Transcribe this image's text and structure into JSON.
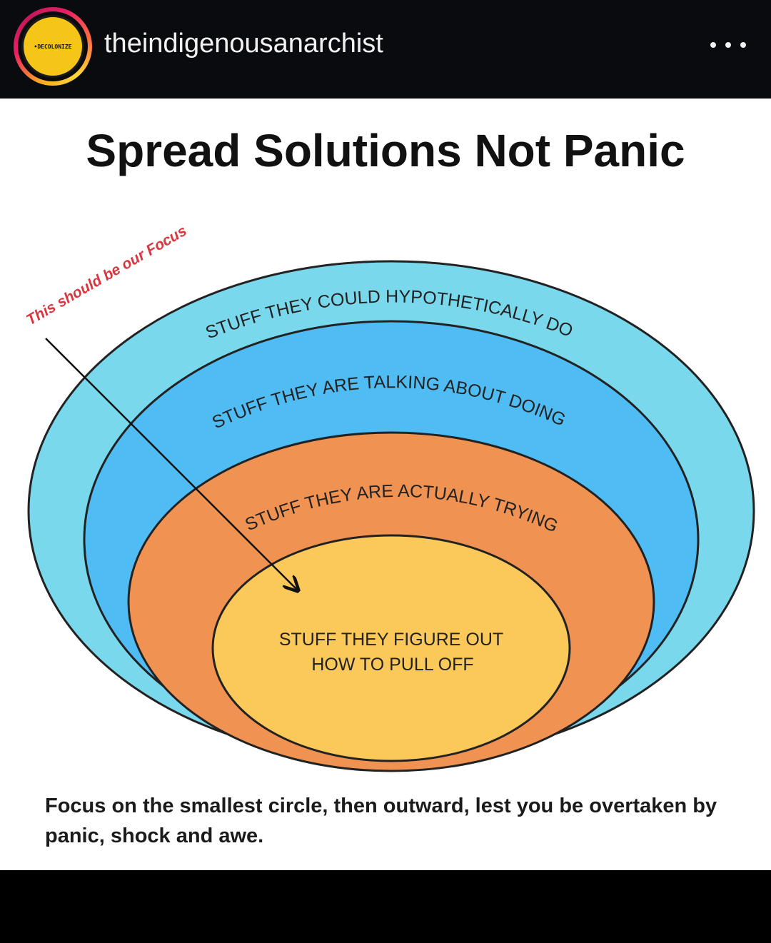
{
  "header": {
    "avatar_text": "•DECOLONIZE",
    "username": "theindigenousanarchist",
    "more_icon": "more-horizontal-icon"
  },
  "post": {
    "title": "Spread Solutions Not Panic",
    "annotation": "This should be our Focus",
    "rings": [
      {
        "label": "STUFF THEY COULD HYPOTHETICALLY DO",
        "color": "#7ad8ec"
      },
      {
        "label": "STUFF THEY ARE TALKING ABOUT DOING",
        "color": "#4fbcf3"
      },
      {
        "label": "STUFF THEY ARE ACTUALLY TRYING",
        "color": "#f09352"
      },
      {
        "label_line1": "STUFF THEY FIGURE OUT",
        "label_line2": "HOW TO PULL OFF",
        "color": "#fbc95a"
      }
    ],
    "annotation_color": "#d9363e",
    "caption": "Focus on the smallest circle, then outward, lest you be overtaken by panic, shock and awe."
  }
}
